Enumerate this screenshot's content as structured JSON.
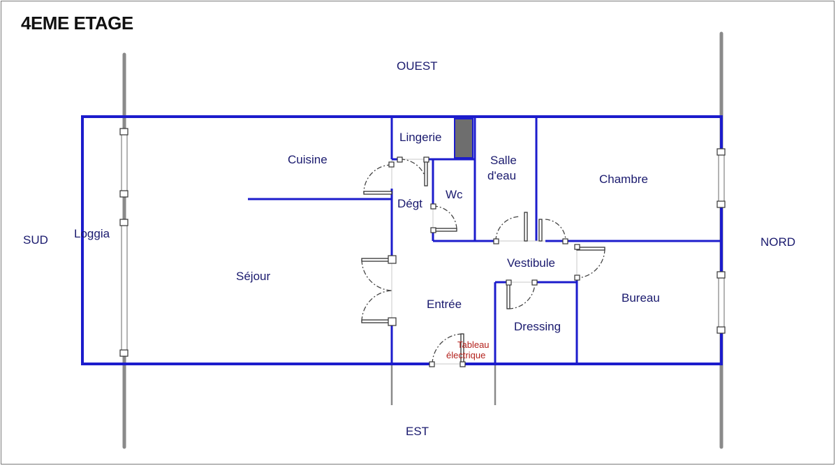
{
  "title": "4EME ETAGE",
  "orientation": {
    "west": "OUEST",
    "east": "EST",
    "south": "SUD",
    "north": "NORD"
  },
  "rooms": {
    "lingerie": "Lingerie",
    "cuisine": "Cuisine",
    "salle_deau_line1": "Salle",
    "salle_deau_line2": "d'eau",
    "chambre": "Chambre",
    "wc": "Wc",
    "degt": "Dégt",
    "loggia": "Loggia",
    "sejour": "Séjour",
    "vestibule": "Vestibule",
    "entree": "Entrée",
    "bureau": "Bureau",
    "dressing": "Dressing"
  },
  "annotations": {
    "tableau_line1": "Tableau",
    "tableau_line2": "électrique"
  },
  "colors": {
    "wall": "#1c1ccc",
    "axis": "#8a8a8a",
    "label": "#1a1a6e",
    "annotation": "#b3211c",
    "duct": "#6e6e6e"
  }
}
